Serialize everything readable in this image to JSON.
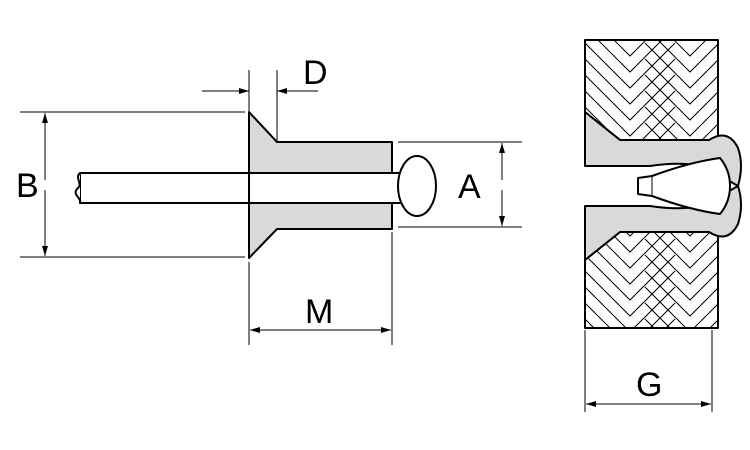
{
  "labels": {
    "d": "D",
    "b": "B",
    "a": "A",
    "m": "M",
    "g": "G"
  },
  "colors": {
    "rivet_fill": "#d9d9d9",
    "line": "#000000",
    "background": "#ffffff"
  }
}
